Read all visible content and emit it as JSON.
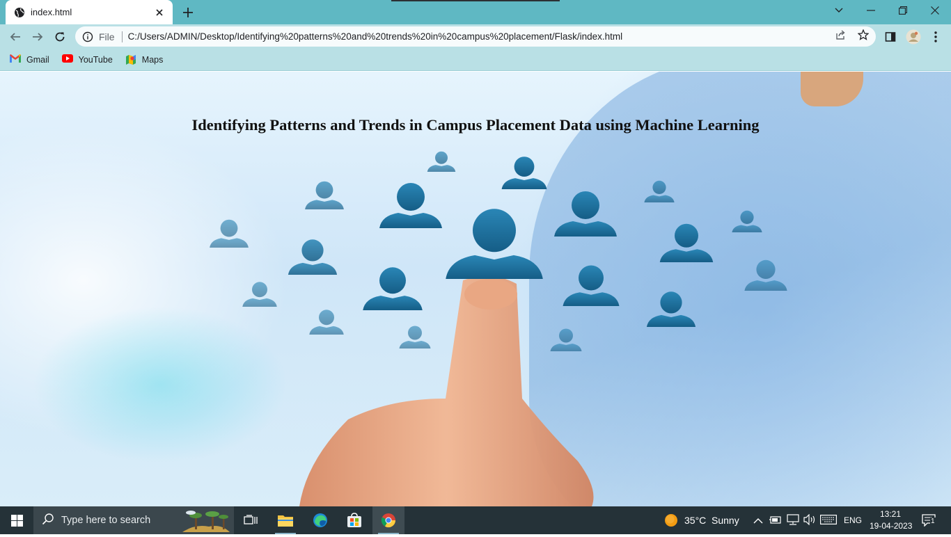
{
  "browser": {
    "tab": {
      "title": "index.html"
    },
    "address": {
      "scheme_label": "File",
      "url": "C:/Users/ADMIN/Desktop/Identifying%20patterns%20and%20trends%20in%20campus%20placement/Flask/index.html"
    },
    "bookmarks": [
      {
        "label": "Gmail",
        "icon": "gmail-icon"
      },
      {
        "label": "YouTube",
        "icon": "youtube-icon"
      },
      {
        "label": "Maps",
        "icon": "maps-icon"
      }
    ]
  },
  "page": {
    "heading": "Identifying Patterns and Trends in Campus Placement Data using Machine Learning"
  },
  "taskbar": {
    "search_placeholder": "Type here to search",
    "weather": {
      "temp": "35°C",
      "condition": "Sunny"
    },
    "language": "ENG",
    "time": "13:21",
    "date": "19-04-2023",
    "notification_count": "1"
  },
  "colors": {
    "tabstrip": "#5fb8c3",
    "toolbar": "#b9e0e5",
    "taskbar": "#253238",
    "people_icons": "#1f6e99"
  }
}
